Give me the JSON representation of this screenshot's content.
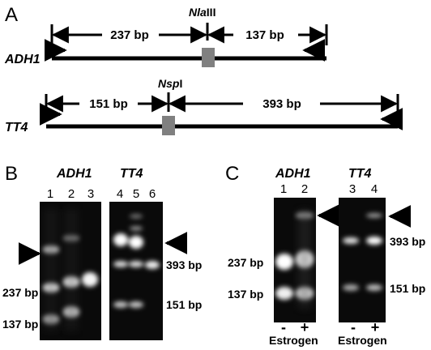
{
  "panels": {
    "a": "A",
    "b": "B",
    "c": "C"
  },
  "panel_a": {
    "adh1": {
      "gene": "ADH1",
      "enzyme_italic": "Nla",
      "enzyme_roman": "III",
      "frag_left": "237 bp",
      "frag_right": "137 bp"
    },
    "tt4": {
      "gene": "TT4",
      "enzyme_italic": "Nsp",
      "enzyme_roman": "I",
      "frag_left": "151 bp",
      "frag_right": "393 bp"
    },
    "colors": {
      "restriction_site": "#808080",
      "line": "#000000"
    }
  },
  "panel_b": {
    "gel1": {
      "gene": "ADH1",
      "lanes": [
        "1",
        "2",
        "3"
      ],
      "left_labels": [
        "237 bp",
        "137 bp"
      ]
    },
    "gel2": {
      "gene": "TT4",
      "lanes": [
        "4",
        "5",
        "6"
      ],
      "right_labels": [
        "393 bp",
        "151 bp"
      ]
    }
  },
  "panel_c": {
    "gel1": {
      "gene": "ADH1",
      "lanes": [
        "1",
        "2"
      ],
      "left_labels": [
        "237 bp",
        "137 bp"
      ]
    },
    "gel2": {
      "gene": "TT4",
      "lanes": [
        "3",
        "4"
      ],
      "right_labels": [
        "393 bp",
        "151 bp"
      ]
    },
    "treatment_signs": [
      "-",
      "+",
      "-",
      "+"
    ],
    "treatment_label": "Estrogen"
  },
  "gel_background": "#0a0a0a"
}
